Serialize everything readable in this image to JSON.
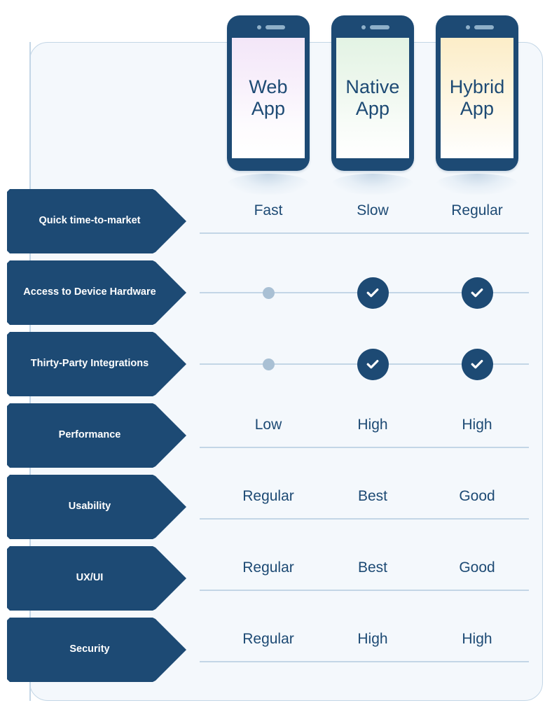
{
  "meta": {
    "chart_title": "Web App vs Native App vs Hybrid App comparison",
    "accent_navy": "#1d4a74",
    "panel_bg": "#f4f8fc",
    "line_color": "#c3d6e6",
    "muted_dot": "#a9c0d4"
  },
  "columns": [
    {
      "id": "web",
      "line1": "Web",
      "line2": "App",
      "screen_tint": "#f3e6f8"
    },
    {
      "id": "native",
      "line1": "Native",
      "line2": "App",
      "screen_tint": "#e3f3e4"
    },
    {
      "id": "hybrid",
      "line1": "Hybrid",
      "line2": "App",
      "screen_tint": "#fcedc8"
    }
  ],
  "icons": {
    "camera": "camera-dot-icon",
    "speaker": "speaker-bar-icon",
    "check": "check-circle-icon",
    "dot": "muted-dot-icon"
  },
  "chart_data": {
    "type": "table",
    "title": "Web App vs Native App vs Hybrid App",
    "categories": [
      "Web App",
      "Native App",
      "Hybrid App"
    ],
    "row_labels": [
      "Quick time-to-market",
      "Access to Device Hardware",
      "Thirty-Party Integrations",
      "Performance",
      "Usability",
      "UX/UI",
      "Security"
    ],
    "rows": [
      {
        "label": "Quick time-to-market",
        "kind": "text",
        "values": [
          "Fast",
          "Slow",
          "Regular"
        ]
      },
      {
        "label": "Access to Device Hardware",
        "kind": "icon",
        "values": [
          "no",
          "yes",
          "yes"
        ]
      },
      {
        "label": "Thirty-Party Integrations",
        "kind": "icon",
        "values": [
          "no",
          "yes",
          "yes"
        ]
      },
      {
        "label": "Performance",
        "kind": "text",
        "values": [
          "Low",
          "High",
          "High"
        ]
      },
      {
        "label": "Usability",
        "kind": "text",
        "values": [
          "Regular",
          "Best",
          "Good"
        ]
      },
      {
        "label": "UX/UI",
        "kind": "text",
        "values": [
          "Regular",
          "Best",
          "Good"
        ]
      },
      {
        "label": "Security",
        "kind": "text",
        "values": [
          "Regular",
          "High",
          "High"
        ]
      }
    ],
    "legend": [
      "yes = filled navy circle with white check",
      "no = small grey dot"
    ],
    "grid": true,
    "legend_position": "none"
  }
}
